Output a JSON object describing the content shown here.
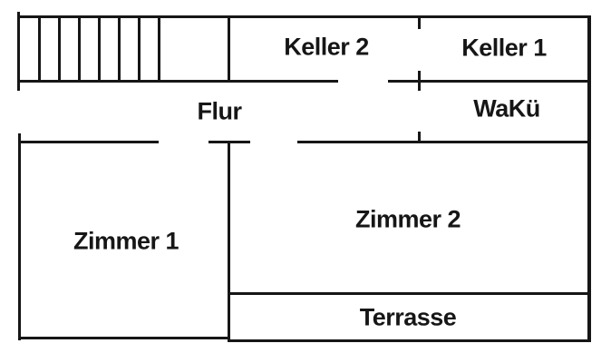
{
  "figure": {
    "type": "floor-plan-sketch",
    "background": "#ffffff",
    "line_color": "#161616",
    "text_color": "#161616"
  },
  "floorplan": {
    "rooms": {
      "keller2": {
        "label": "Keller 2"
      },
      "keller1": {
        "label": "Keller 1"
      },
      "flur": {
        "label": "Flur"
      },
      "waku": {
        "label": "WaKü"
      },
      "zimmer1": {
        "label": "Zimmer 1"
      },
      "zimmer2": {
        "label": "Zimmer 2"
      },
      "terrasse": {
        "label": "Terrasse"
      }
    },
    "staircase": {
      "tread_count": 7
    },
    "openings": [
      "left-outer-wall-to-flur",
      "flur-to-keller2",
      "flur-to-zimmer1",
      "flur-to-zimmer2"
    ]
  }
}
